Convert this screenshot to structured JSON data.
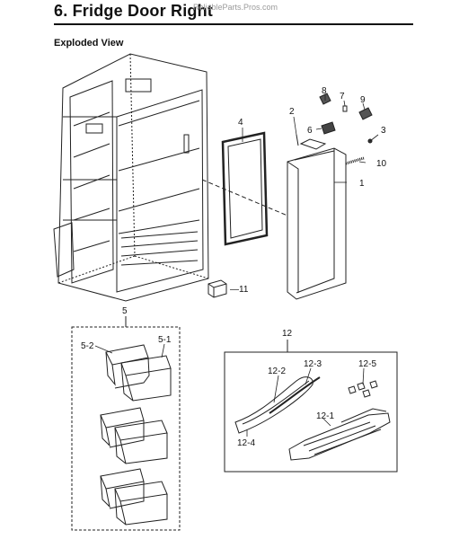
{
  "page": {
    "title": "6.  Fridge Door Right",
    "watermark": "ReliableParts.Pros.com",
    "subtitle": "Exploded View"
  },
  "callouts": {
    "c1": "1",
    "c2": "2",
    "c3": "3",
    "c4": "4",
    "c5": "5",
    "c5_1": "5-1",
    "c5_2": "5-2",
    "c6": "6",
    "c7": "7",
    "c8": "8",
    "c9": "9",
    "c10": "10",
    "c11": "—11",
    "c12": "12",
    "c12_1": "12-1",
    "c12_2": "12-2",
    "c12_3": "12-3",
    "c12_4": "12-4",
    "c12_5": "12-5"
  }
}
